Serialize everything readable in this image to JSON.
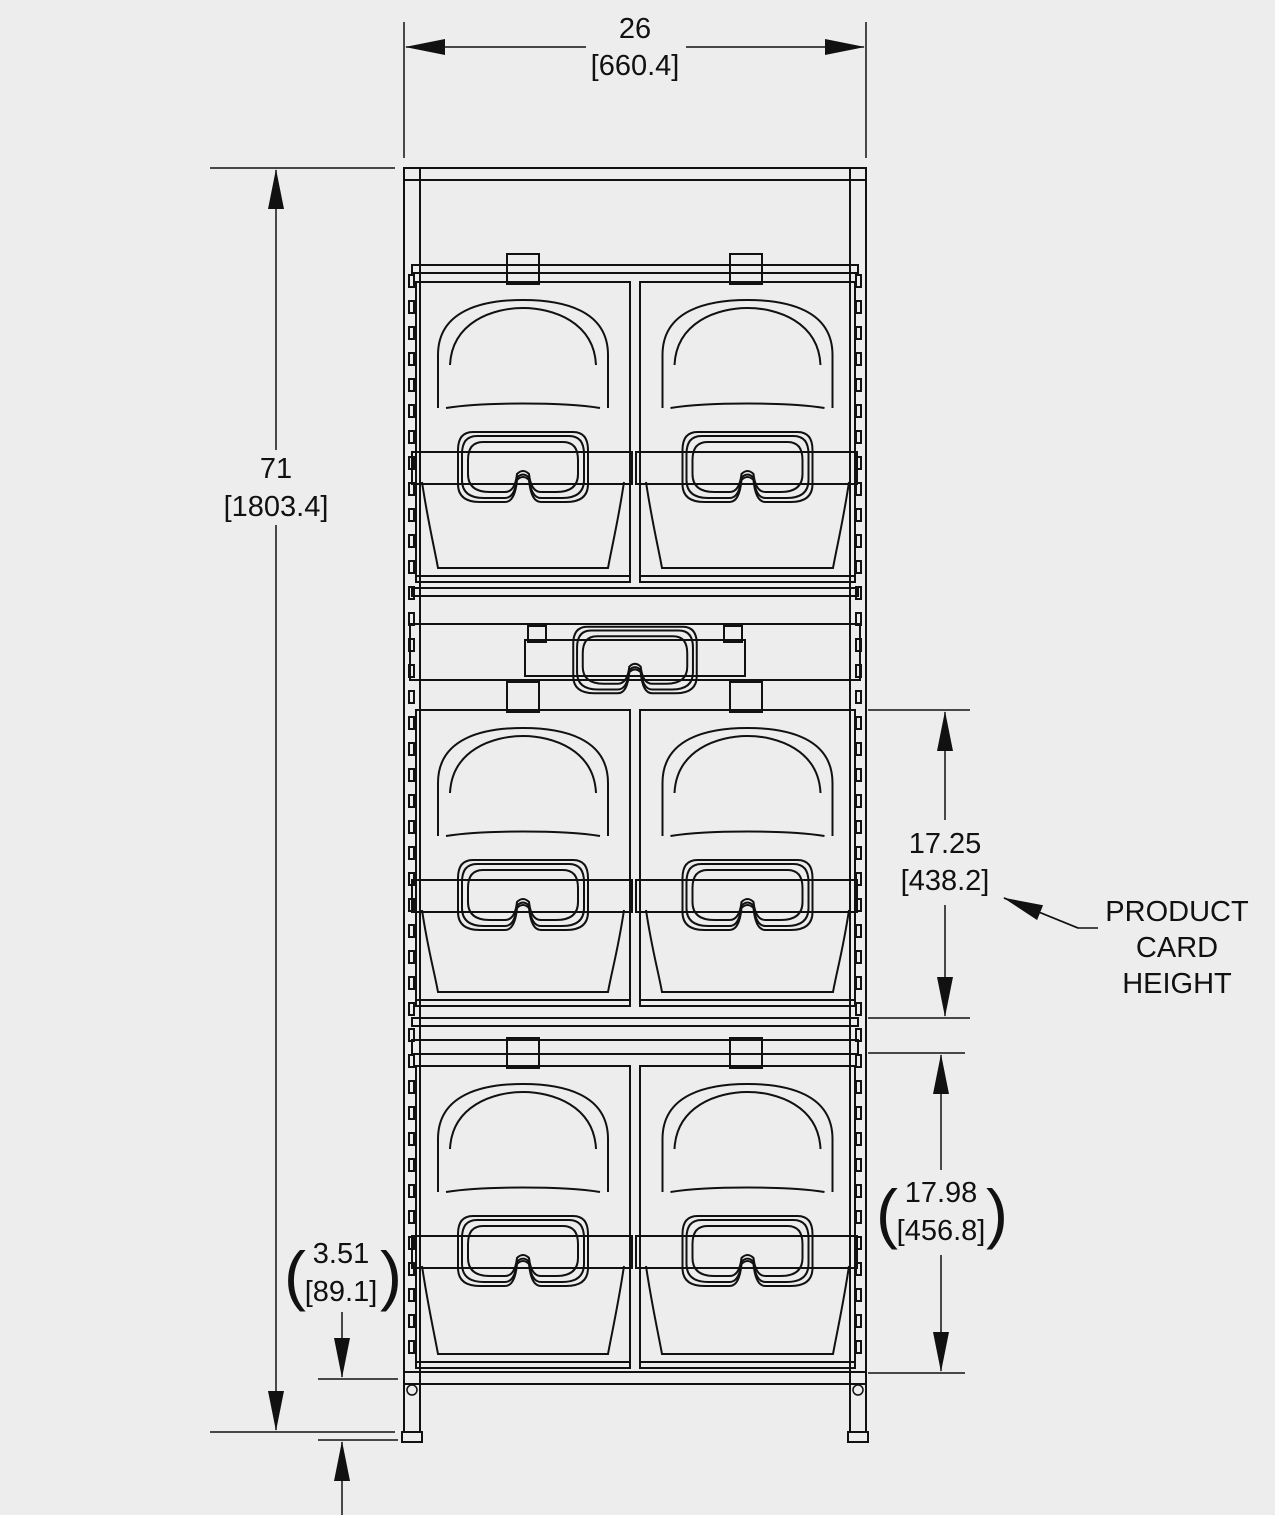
{
  "drawing": {
    "subject": "helmet-and-goggle-rack-front-elevation",
    "stroke_color": "#111111",
    "background": "#ededed"
  },
  "dimensions": {
    "width": {
      "in": "26",
      "mm": "[660.4]"
    },
    "height": {
      "in": "71",
      "mm": "[1803.4]"
    },
    "card_height": {
      "in": "17.25",
      "mm": "[438.2]"
    },
    "bottom_bay": {
      "in": "17.98",
      "mm": "[456.8]"
    },
    "base_clearance": {
      "in": "3.51",
      "mm": "[89.1]"
    }
  },
  "callout": {
    "line1": "PRODUCT",
    "line2": "CARD",
    "line3": "HEIGHT"
  }
}
